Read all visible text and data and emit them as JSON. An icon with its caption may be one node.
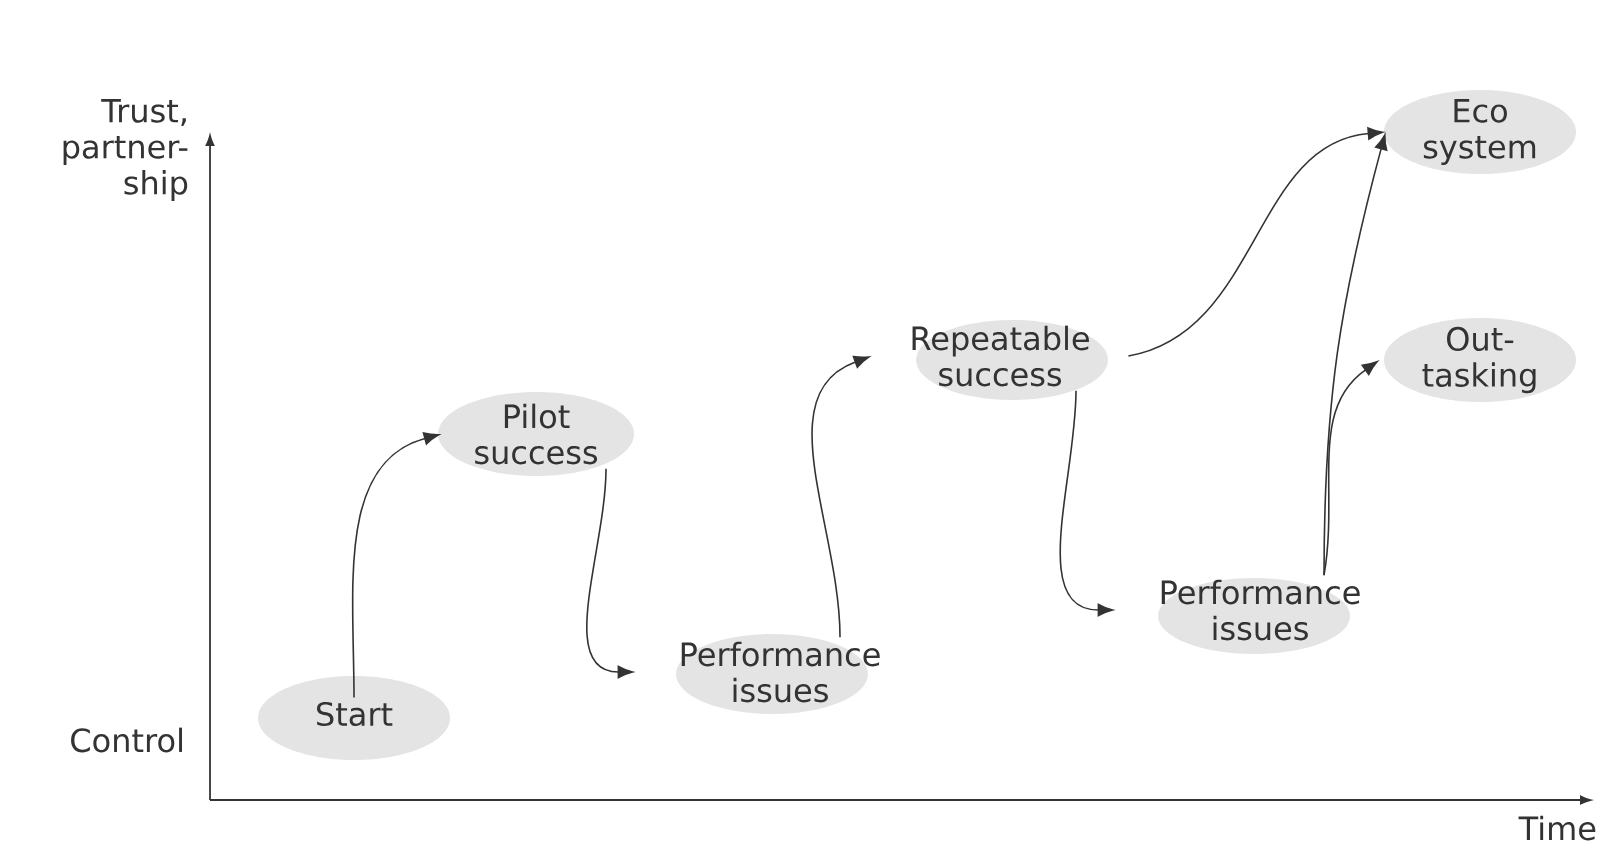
{
  "diagram": {
    "nodes": [
      {
        "text": [
          "Start"
        ]
      },
      {
        "text": [
          "Pilot success"
        ]
      },
      {
        "text": [
          "Performance issues"
        ]
      },
      {
        "text": [
          "Repeatable success"
        ]
      },
      {
        "text": [
          "Performance issues"
        ]
      },
      {
        "text": [
          "Eco system"
        ]
      },
      {
        "text": [
          "Out- tasking"
        ]
      }
    ],
    "edges": [
      {
        "from": 0,
        "to": 1,
        "arrow": "to"
      },
      {
        "from": 1,
        "to": 2,
        "arrow": "to"
      },
      {
        "from": 2,
        "to": 3,
        "arrow": "to"
      },
      {
        "from": 3,
        "to": 5,
        "arrow": "to"
      },
      {
        "from": 3,
        "to": 4,
        "arrow": "to"
      },
      {
        "from": 4,
        "to": 5,
        "arrow": "to"
      },
      {
        "from": 4,
        "to": 6,
        "arrow": "to"
      }
    ],
    "labels": [
      "Trust, partner- ship",
      "Control",
      "Time"
    ]
  }
}
